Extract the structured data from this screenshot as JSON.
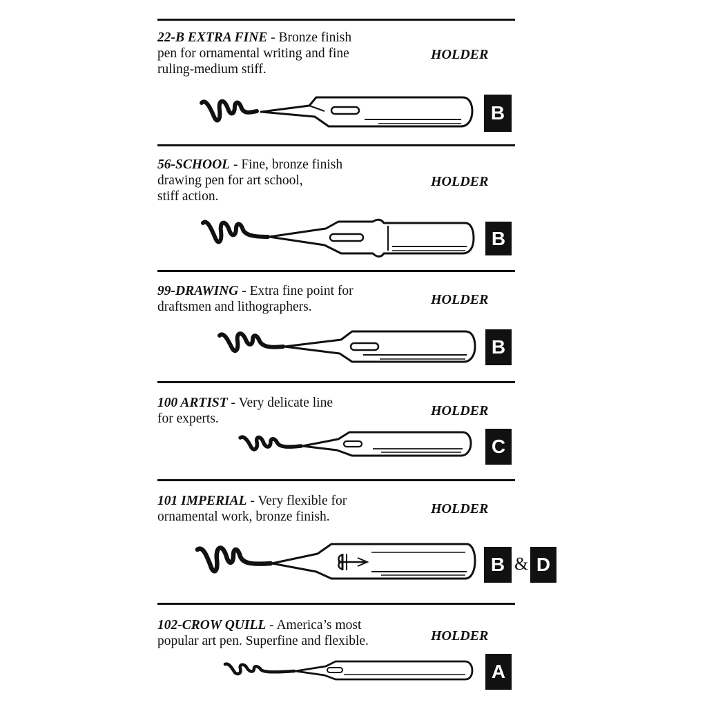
{
  "entries": [
    {
      "name": "22-B EXTRA FINE",
      "line1": " - Bronze finish",
      "line2": "pen for ornamental writing and fine",
      "line3": "ruling-medium stiff.",
      "holder_label": "HOLDER",
      "badge": "B"
    },
    {
      "name": "56-SCHOOL",
      "line1": " - Fine, bronze finish",
      "line2": "drawing pen for art school,",
      "line3": "stiff action.",
      "holder_label": "HOLDER",
      "badge": "B"
    },
    {
      "name": "99-DRAWING",
      "line1": " - Extra fine point  for",
      "line2": "draftsmen and lithographers.",
      "holder_label": "HOLDER",
      "badge": "B"
    },
    {
      "name": "100 ARTIST",
      "line1": " - Very delicate line",
      "line2": "for experts.",
      "holder_label": "HOLDER",
      "badge": "C"
    },
    {
      "name": "101 IMPERIAL",
      "line1": " - Very flexible for",
      "line2": "ornamental work, bronze finish.",
      "holder_label": "HOLDER",
      "badge": "B",
      "badge_joiner": "&",
      "badge2": "D"
    },
    {
      "name": "102-CROW QUILL",
      "line1": " - America’s most",
      "line2": "popular art pen. Superfine and flexible.",
      "holder_label": "HOLDER",
      "badge": "A"
    }
  ]
}
